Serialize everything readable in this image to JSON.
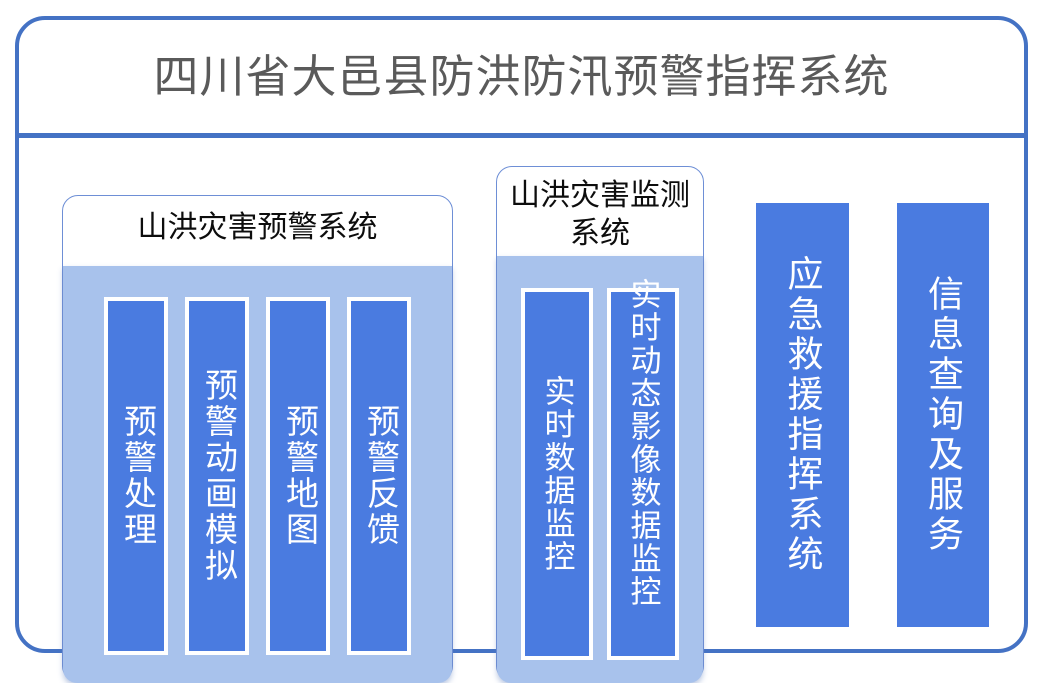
{
  "header": {
    "title": "四川省大邑县防洪防汛预警指挥系统",
    "title_color": "#5a5a5a",
    "divider_color": "#4472C4"
  },
  "theme": {
    "frame_border": "#4472C4",
    "panel_border": "#6E8FD6",
    "panel_fill": "#A8C2EC",
    "column_blue": "#4A7BE0",
    "column_border": "#ffffff",
    "column_text": "#ffffff",
    "panel_title_text": "#0d0d0d",
    "background": "#ffffff"
  },
  "panels": [
    {
      "id": "warning",
      "title": "山洪灾害预警系统",
      "columns": [
        {
          "label": "预警处理"
        },
        {
          "label": "预警动画模拟"
        },
        {
          "label": "预警地图"
        },
        {
          "label": "预警反馈"
        }
      ]
    },
    {
      "id": "monitor",
      "title": "山洪灾害监测系统",
      "columns": [
        {
          "label": "实时数据监控"
        },
        {
          "label": "实时动态影像数据监控"
        }
      ]
    }
  ],
  "standalone_columns": [
    {
      "id": "emergency",
      "label": "应急救援指挥系统"
    },
    {
      "id": "info",
      "label": "信息查询及服务"
    }
  ]
}
